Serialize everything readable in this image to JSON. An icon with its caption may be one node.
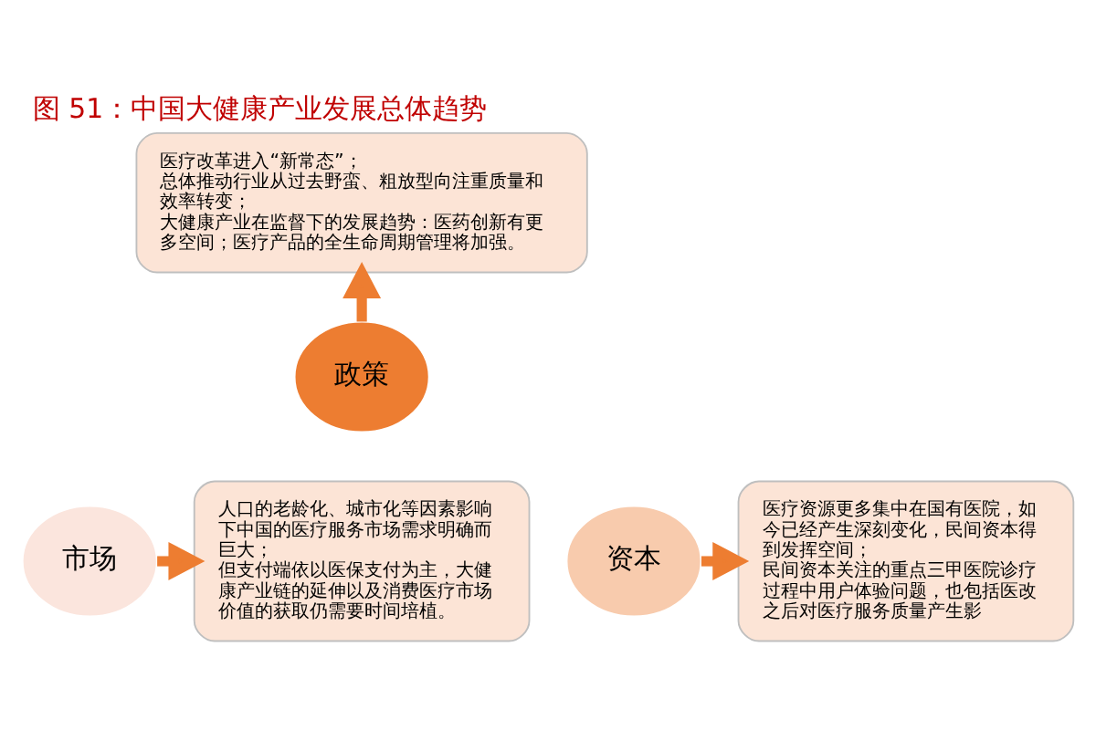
{
  "diagram": {
    "title": "图 51：中国大健康产业发展总体趋势",
    "nodes": [
      {
        "text": [
          "医疗改革进入“新常态”；",
          "总体推动行业从过去野蛮、粗放型向注重质量和效率转变；",
          "大健康产业在监督下的发展趋势：医药创新有更多空间；医疗产品的全生命周期管理将加强。"
        ]
      },
      {
        "text": [
          "人口的老龄化、城市化等因素影响下中国的医疗服务市场需求明确而巨大；",
          "但支付端依以医保支付为主，大健康产业链的延伸以及消费医疗市场价值的获取仍需要时间培植。"
        ]
      },
      {
        "text": [
          "医疗资源更多集中在国有医院，如今已经产生深刻变化，民间资本得到发挥空间；",
          "民间资本关注的重点三甲医院诊疗过程中用户体验问题，也包括医改之后对医疗服务质量产生影"
        ]
      },
      {
        "text": [
          "政策"
        ]
      },
      {
        "text": [
          "市场"
        ]
      },
      {
        "text": [
          "资本"
        ]
      }
    ],
    "edges": [
      {
        "from": 3,
        "to": 0,
        "arrow": "to"
      },
      {
        "from": 4,
        "to": 1,
        "arrow": "to"
      },
      {
        "from": 5,
        "to": 2,
        "arrow": "to"
      }
    ]
  }
}
